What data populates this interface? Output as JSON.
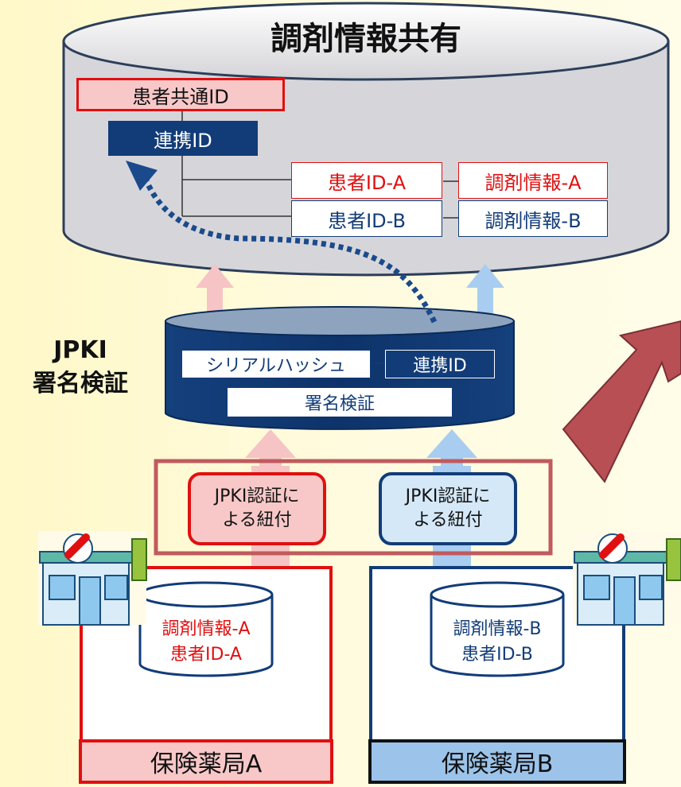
{
  "shared_db": {
    "title": "調剤情報共有",
    "common_id": "患者共通ID",
    "link_id": "連携ID",
    "rows": [
      {
        "patient_id": "患者ID-A",
        "dispensing": "調剤情報-A"
      },
      {
        "patient_id": "患者ID-B",
        "dispensing": "調剤情報-B"
      }
    ]
  },
  "verify_db": {
    "side_label_line1": "JPKI",
    "side_label_line2": "署名検証",
    "serial_hash": "シリアルハッシュ",
    "link_id": "連携ID",
    "sig_verify": "署名検証"
  },
  "auth": {
    "a_line1": "JPKI認証に",
    "a_line2": "よる紐付",
    "b_line1": "JPKI認証に",
    "b_line2": "よる紐付"
  },
  "pharmacy_a": {
    "name": "保険薬局A",
    "db_line1": "調剤情報-A",
    "db_line2": "患者ID-A"
  },
  "pharmacy_b": {
    "name": "保険薬局B",
    "db_line1": "調剤情報-B",
    "db_line2": "患者ID-B"
  },
  "colors": {
    "red": "#e01010",
    "navy": "#123c78",
    "pink_fill": "#f8c8c8",
    "blue_fill": "#9cc4ea",
    "big_arrow": "#b84f55"
  }
}
